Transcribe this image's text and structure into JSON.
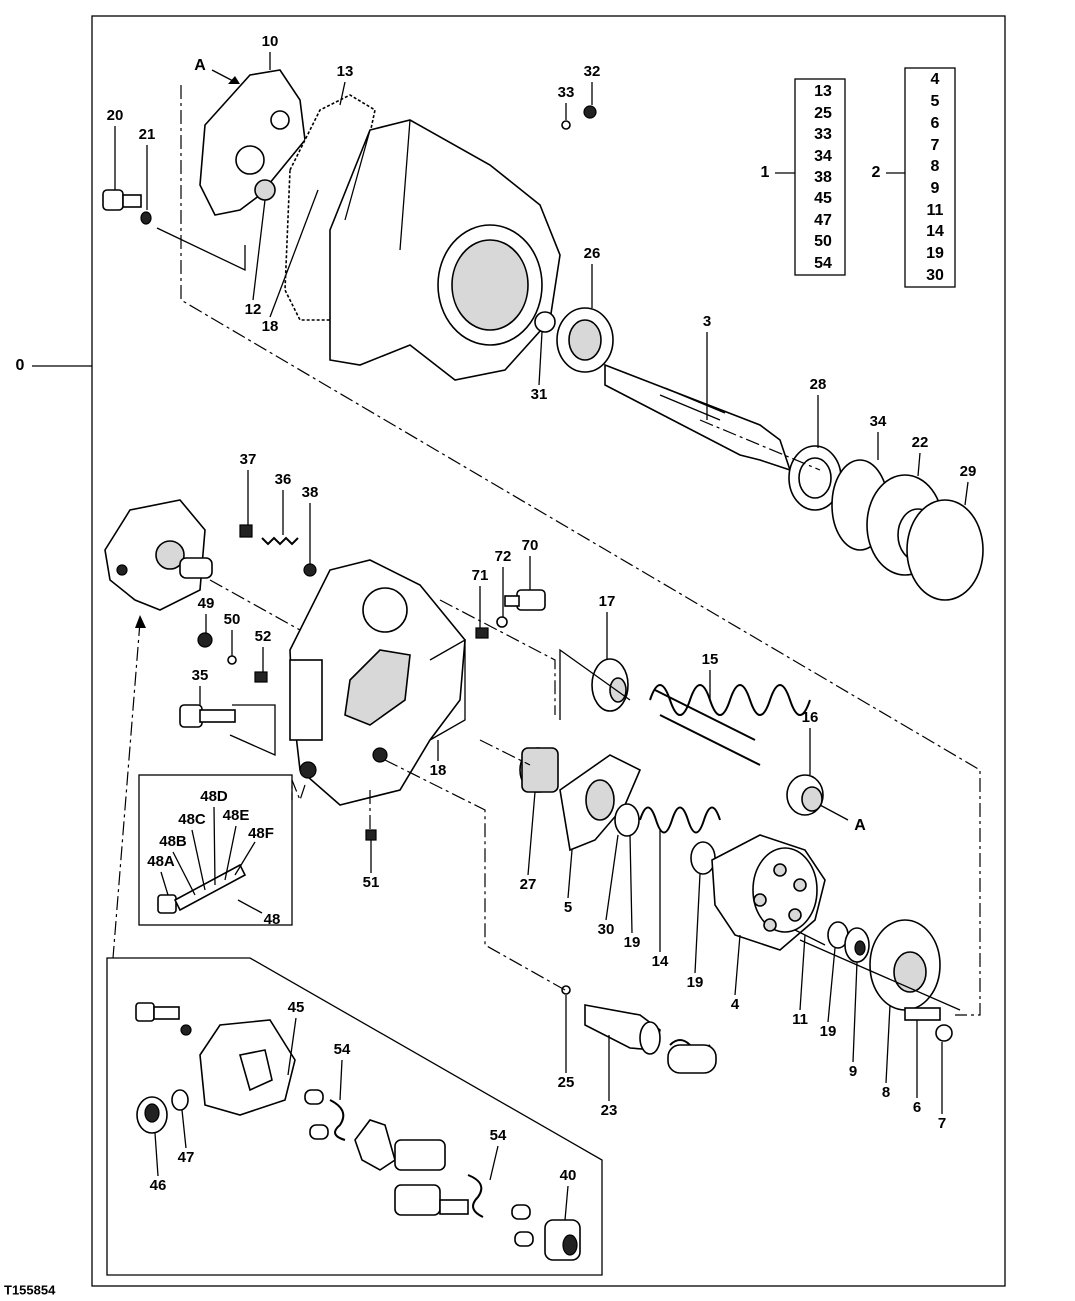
{
  "figure_code": "T155854",
  "group_labels": {
    "assembly": "0",
    "kit_1": "1",
    "kit_2": "2"
  },
  "kit_1_items": [
    "13",
    "25",
    "33",
    "34",
    "38",
    "45",
    "47",
    "50",
    "54"
  ],
  "kit_2_items": [
    "4",
    "5",
    "6",
    "7",
    "8",
    "9",
    "11",
    "14",
    "19",
    "30"
  ],
  "view_marker": "A",
  "callouts": {
    "p3": "3",
    "p4": "4",
    "p5": "5",
    "p6": "6",
    "p7": "7",
    "p8": "8",
    "p9": "9",
    "p10": "10",
    "p11": "11",
    "p12": "12",
    "p13": "13",
    "p14": "14",
    "p15": "15",
    "p16": "16",
    "p17": "17",
    "p18a": "18",
    "p18b": "18",
    "p19a": "19",
    "p19b": "19",
    "p19c": "19",
    "p20": "20",
    "p21": "21",
    "p22": "22",
    "p23": "23",
    "p25": "25",
    "p26": "26",
    "p27": "27",
    "p28": "28",
    "p29": "29",
    "p30": "30",
    "p31": "31",
    "p32": "32",
    "p33": "33",
    "p34": "34",
    "p35": "35",
    "p36": "36",
    "p37": "37",
    "p38": "38",
    "p40": "40",
    "p45": "45",
    "p46": "46",
    "p47": "47",
    "p48": "48",
    "p48A": "48A",
    "p48B": "48B",
    "p48C": "48C",
    "p48D": "48D",
    "p48E": "48E",
    "p48F": "48F",
    "p49": "49",
    "p50": "50",
    "p51": "51",
    "p52": "52",
    "p54a": "54",
    "p54b": "54",
    "p70": "70",
    "p71": "71",
    "p72": "72"
  }
}
